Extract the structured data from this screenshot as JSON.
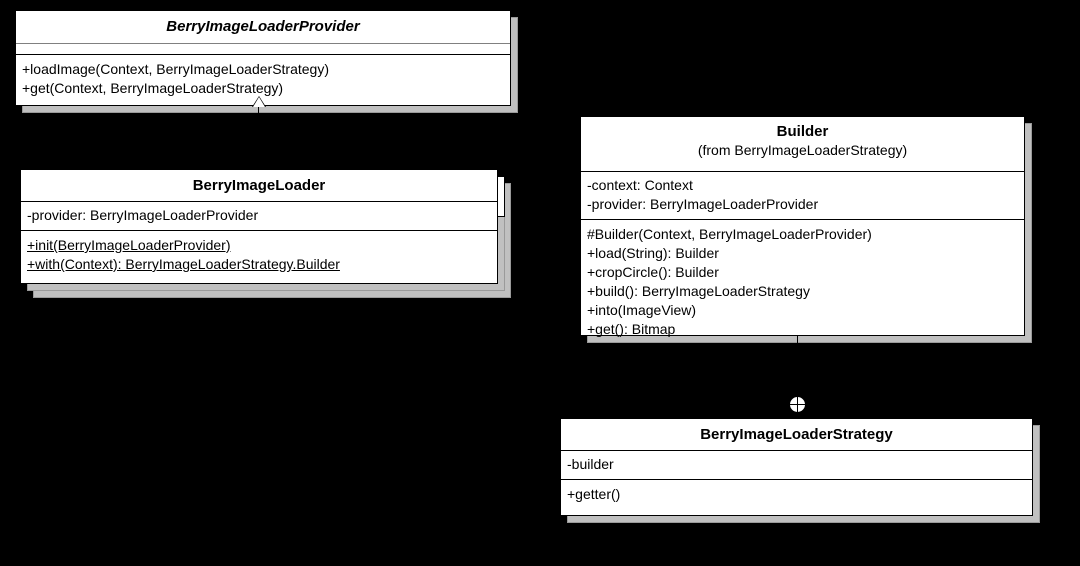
{
  "diagram": {
    "type": "uml-class-diagram",
    "background_color": "#000000",
    "box_fill_color": "#ffffff",
    "box_border_color": "#000000",
    "shadow_color": "#c0c0c0",
    "classes": [
      {
        "id": "provider",
        "name": "BerryImageLoaderProvider",
        "stereotype_italic": true,
        "attributes": [],
        "operations": [
          "+loadImage(Context, BerryImageLoaderStrategy)",
          "+get(Context, BerryImageLoaderStrategy)"
        ]
      },
      {
        "id": "loader",
        "name": "BerryImageLoader",
        "stereotype_italic": false,
        "attributes": [
          "-provider: BerryImageLoaderProvider"
        ],
        "operations": [
          "+init(BerryImageLoaderProvider)",
          "+with(Context): BerryImageLoaderStrategy.Builder"
        ]
      },
      {
        "id": "builder",
        "name": "Builder",
        "from": "(from BerryImageLoaderStrategy)",
        "stereotype_italic": false,
        "attributes": [
          "-context: Context",
          "-provider: BerryImageLoaderProvider"
        ],
        "operations": [
          "#Builder(Context, BerryImageLoaderProvider)",
          "+load(String): Builder",
          "+cropCircle(): Builder",
          "+build(): BerryImageLoaderStrategy",
          "+into(ImageView)",
          "+get(): Bitmap"
        ]
      },
      {
        "id": "strategy",
        "name": "BerryImageLoaderStrategy",
        "stereotype_italic": false,
        "attributes": [
          "-builder"
        ],
        "operations": [
          "+getter()"
        ]
      }
    ],
    "relationships": [
      {
        "id": "rel-generalization",
        "kind": "generalization",
        "arrow": "hollow-triangle",
        "source": "loader",
        "target": "provider"
      },
      {
        "id": "rel-containment",
        "kind": "containment",
        "arrow": "circle-plus",
        "source": "strategy",
        "target": "builder"
      }
    ]
  }
}
